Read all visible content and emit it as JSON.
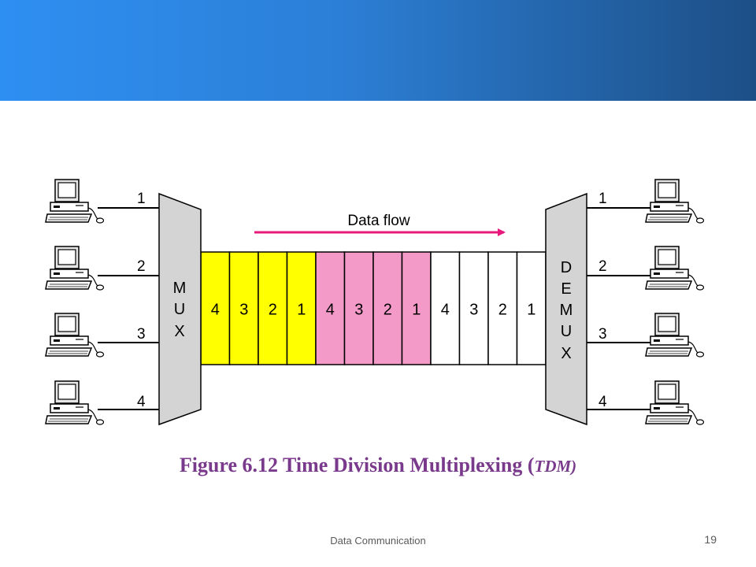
{
  "slide": {
    "header_color_left": "#2e8ff2",
    "header_color_right": "#1d4f86"
  },
  "diagram": {
    "flow_label": "Data flow",
    "flow_arrow_color": "#e8197d",
    "mux_label": [
      "M",
      "U",
      "X"
    ],
    "demux_label": [
      "D",
      "E",
      "M",
      "U",
      "X"
    ],
    "input_labels": [
      "1",
      "2",
      "3",
      "4"
    ],
    "output_labels": [
      "1",
      "2",
      "3",
      "4"
    ],
    "frames": [
      {
        "color": "#ffff00",
        "slots": [
          "4",
          "3",
          "2",
          "1"
        ]
      },
      {
        "color": "#f49ac9",
        "slots": [
          "4",
          "3",
          "2",
          "1"
        ]
      },
      {
        "color": "#ffffff",
        "slots": [
          "4",
          "3",
          "2",
          "1"
        ]
      }
    ],
    "computer_icon": "desktop-computer-icon"
  },
  "caption": {
    "prefix": "Figure 6.12  Time Division Multiplexing (",
    "abbr": "TDM)",
    "color": "#7a3a8c"
  },
  "footer": {
    "text": "Data Communication",
    "page_number": "19"
  }
}
